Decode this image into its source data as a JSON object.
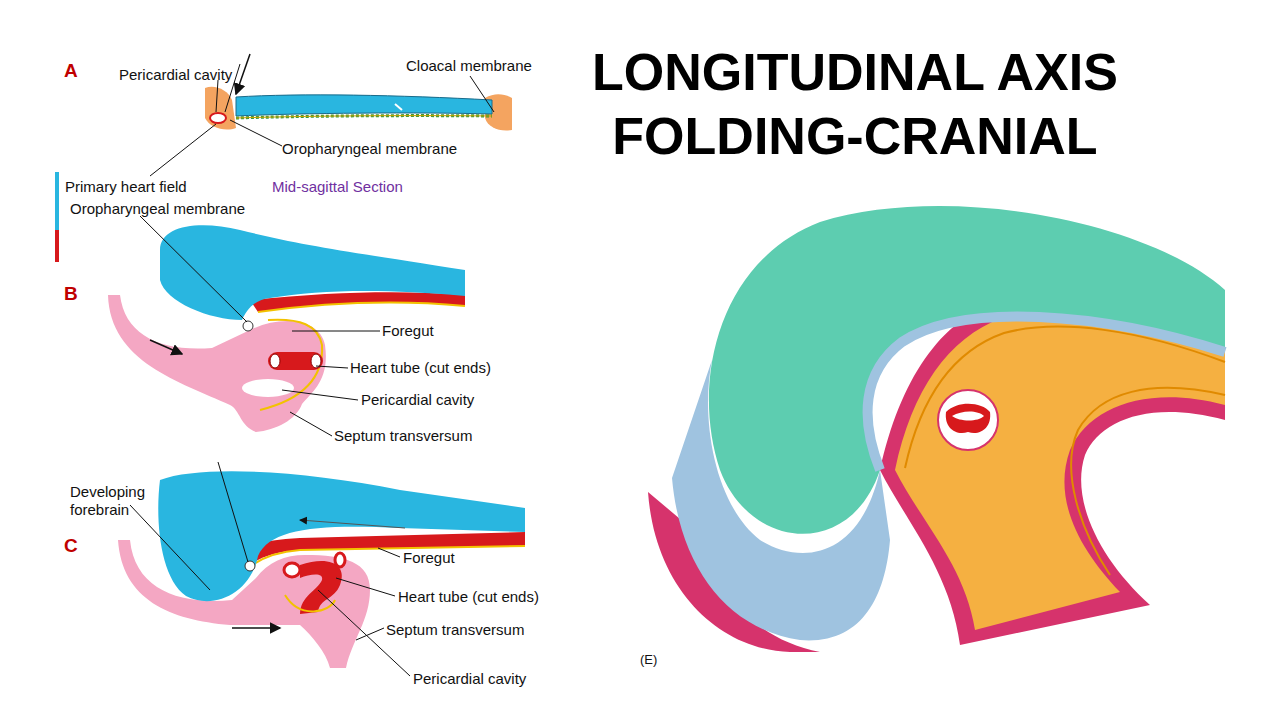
{
  "diagram": {
    "title": "LONGITUDINAL AXIS FOLDING-CRANIAL",
    "labels": [
      "A",
      "Pericardial cavity",
      "Cloacal membrane",
      "Oropharyngeal membrane",
      "Primary heart field",
      "Mid-sagittal Section",
      "Oropharyngeal membrane",
      "B",
      "Foregut",
      "Heart tube (cut ends)",
      "Pericardial cavity",
      "Septum transversum",
      "Developing forebrain",
      "C",
      "Foregut",
      "Heart tube (cut ends)",
      "Septum transversum",
      "Pericardial cavity",
      "(E)"
    ]
  }
}
